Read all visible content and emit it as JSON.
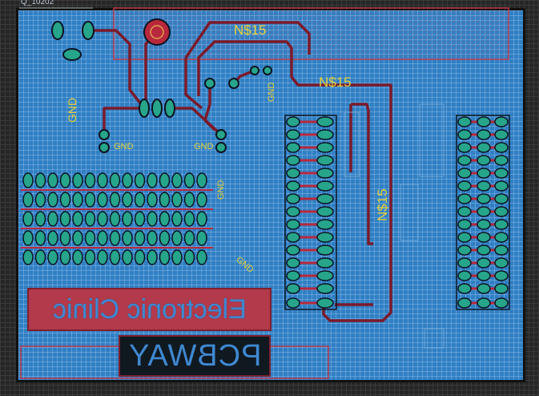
{
  "board": {
    "top_label": "Q_10202",
    "net_labels": {
      "top": "N$15",
      "middle": "N$15",
      "vertical": "N$15"
    },
    "gnd_labels": {
      "left_vertical": "GND",
      "right_vertical": "GND",
      "header_vertical": "GND",
      "left_inline": "GND",
      "right_inline": "GND",
      "diagonal": "GND"
    },
    "logos": {
      "primary": "Electronic Clinic",
      "secondary": "PCBWAY"
    }
  },
  "colors": {
    "copper_pour": "#2f7fc4",
    "trace": "#a6263a",
    "pad": "#26a58a",
    "net_text": "#e6d13a",
    "grid_bg": "#262626"
  }
}
